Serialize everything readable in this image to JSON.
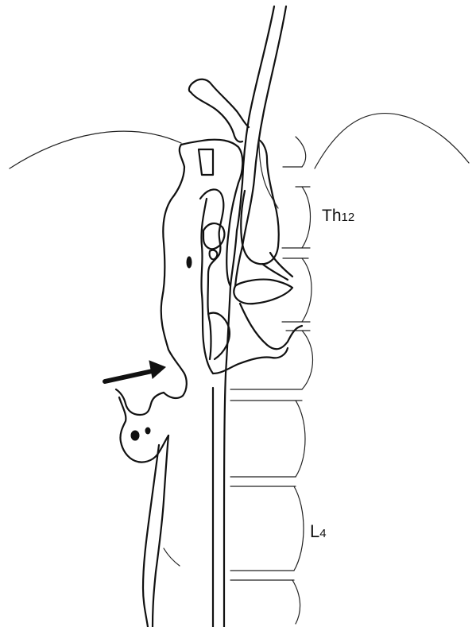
{
  "labels": {
    "upper_vertebra": {
      "main": "Th",
      "sub": "12"
    },
    "lower_vertebra": {
      "main": "L",
      "sub": "4"
    }
  },
  "marker": {
    "type": "arrow",
    "direction": "right",
    "color": "#111111"
  }
}
